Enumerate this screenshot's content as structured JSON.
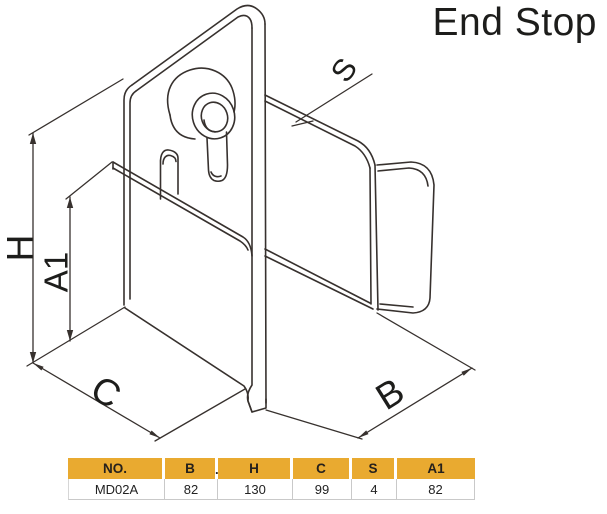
{
  "title": "End Stop",
  "dimensions": {
    "height_label": "H",
    "inner_height_label": "A1",
    "depth_label": "C",
    "width_label": "B",
    "thickness_label": "S"
  },
  "table": {
    "headers": [
      "NO.",
      "B",
      "H",
      "C",
      "S",
      "A1"
    ],
    "stray_dot": ".",
    "row": [
      "MD02A",
      "82",
      "130",
      "99",
      "4",
      "82"
    ]
  },
  "colors": {
    "header_bg": "#E9AA30",
    "line_color": "#37312E",
    "table_border": "#C9C9C9",
    "text_color": "#1D1D1B"
  }
}
